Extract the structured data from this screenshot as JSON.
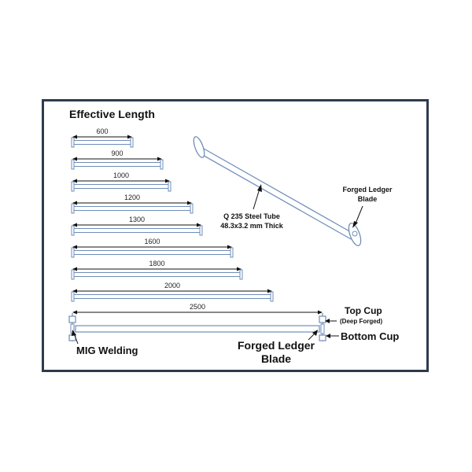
{
  "title": "Effective Length",
  "ledgers": [
    {
      "length": "600"
    },
    {
      "length": "900"
    },
    {
      "length": "1000"
    },
    {
      "length": "1200"
    },
    {
      "length": "1300"
    },
    {
      "length": "1600"
    },
    {
      "length": "1800"
    },
    {
      "length": "2000"
    },
    {
      "length": "2500"
    }
  ],
  "callouts": {
    "forged_blade_top_line1": "Forged Ledger",
    "forged_blade_top_line2": "Blade",
    "tube_line1": "Q 235 Steel Tube",
    "tube_line2": "48.3x3.2 mm Thick",
    "top_cup": "Top Cup",
    "top_cup_note": "(Deep Forged)",
    "bottom_cup": "Bottom Cup",
    "mig_welding": "MIG Welding",
    "forged_blade_bottom_line1": "Forged Ledger",
    "forged_blade_bottom_line2": "Blade"
  },
  "colors": {
    "frame": "#2f3a4c",
    "tube_fill": "#ffffff",
    "tube_stroke": "#6f8db8",
    "dimension": "#111111"
  }
}
